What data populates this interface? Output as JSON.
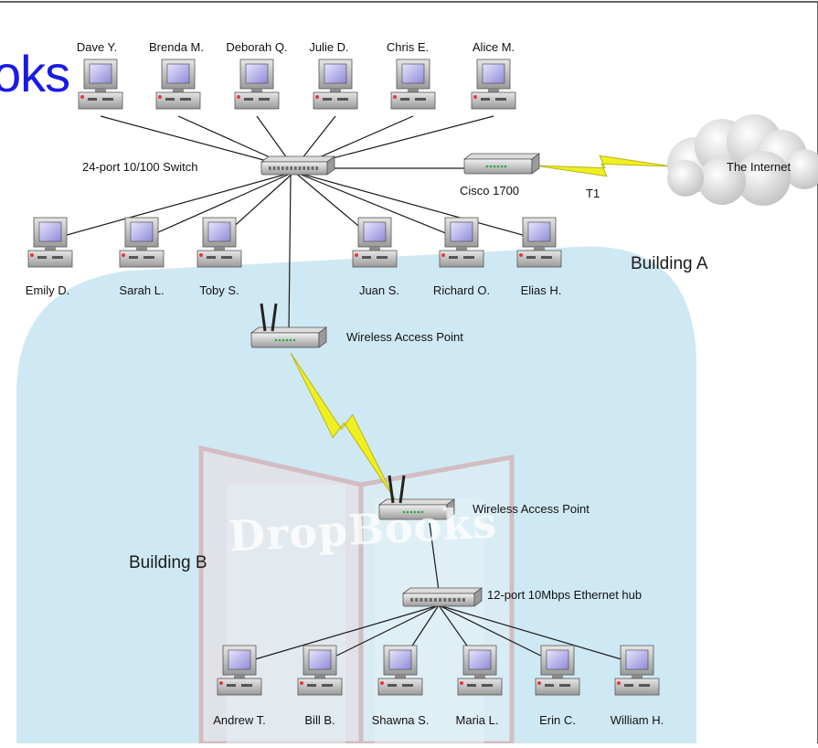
{
  "watermark_text": "oks",
  "watermark_logo": "DropBooks",
  "switch": {
    "label": "24-port 10/100 Switch"
  },
  "router": {
    "label": "Cisco 1700"
  },
  "link": {
    "label": "T1"
  },
  "internet": {
    "label": "The Internet"
  },
  "building_a": {
    "label": "Building A"
  },
  "building_b": {
    "label": "Building B"
  },
  "ap_a": {
    "label": "Wireless Access Point"
  },
  "ap_b": {
    "label": "Wireless Access Point"
  },
  "hub": {
    "label": "12-port 10Mbps Ethernet hub"
  },
  "computers_top": [
    {
      "name": "Dave Y."
    },
    {
      "name": "Brenda M."
    },
    {
      "name": "Deborah Q."
    },
    {
      "name": "Julie D."
    },
    {
      "name": "Chris E."
    },
    {
      "name": "Alice M."
    }
  ],
  "computers_mid": [
    {
      "name": "Emily D."
    },
    {
      "name": "Sarah L."
    },
    {
      "name": "Toby S."
    },
    {
      "name": "Juan S."
    },
    {
      "name": "Richard O."
    },
    {
      "name": "Elias H."
    }
  ],
  "computers_bottom": [
    {
      "name": "Andrew T."
    },
    {
      "name": "Bill B."
    },
    {
      "name": "Shawna S."
    },
    {
      "name": "Maria L."
    },
    {
      "name": "Erin C."
    },
    {
      "name": "William H."
    }
  ]
}
